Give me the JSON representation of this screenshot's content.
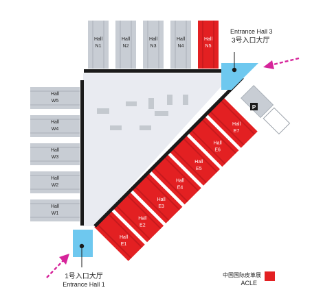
{
  "colors": {
    "hall_grey": "#c8cdd4",
    "hall_grey_dark": "#a9b0b8",
    "hall_red": "#e32022",
    "hall_red_dark": "#b3161a",
    "plaza": "#e9ebf1",
    "wall": "#1a1a1a",
    "entrance_blue": "#6ec8ef",
    "arrow_magenta": "#d6249a",
    "legend_red": "#e32022"
  },
  "halls_north": [
    {
      "line1": "Hall",
      "line2": "N1",
      "highlight": false
    },
    {
      "line1": "Hall",
      "line2": "N2",
      "highlight": false
    },
    {
      "line1": "Hall",
      "line2": "N3",
      "highlight": false
    },
    {
      "line1": "Hall",
      "line2": "N4",
      "highlight": false
    },
    {
      "line1": "Hall",
      "line2": "N5",
      "highlight": true
    }
  ],
  "halls_west": [
    {
      "line1": "Hall",
      "line2": "W5"
    },
    {
      "line1": "Hall",
      "line2": "W4"
    },
    {
      "line1": "Hall",
      "line2": "W3"
    },
    {
      "line1": "Hall",
      "line2": "W2"
    },
    {
      "line1": "Hall",
      "line2": "W1"
    }
  ],
  "halls_east": [
    {
      "line1": "Hall",
      "line2": "E1"
    },
    {
      "line1": "Hall",
      "line2": "E2"
    },
    {
      "line1": "Hall",
      "line2": "E3"
    },
    {
      "line1": "Hall",
      "line2": "E4"
    },
    {
      "line1": "Hall",
      "line2": "E5"
    },
    {
      "line1": "Hall",
      "line2": "E6"
    },
    {
      "line1": "Hall",
      "line2": "E7"
    }
  ],
  "parking_label": "P",
  "entrance3": {
    "en": "Entrance Hall 3",
    "cn": "3号入口大厅"
  },
  "entrance1": {
    "cn": "1号入口大厅",
    "en": "Entrance Hall 1"
  },
  "legend": {
    "cn": "中国国际皮革展",
    "en": "ACLE"
  }
}
